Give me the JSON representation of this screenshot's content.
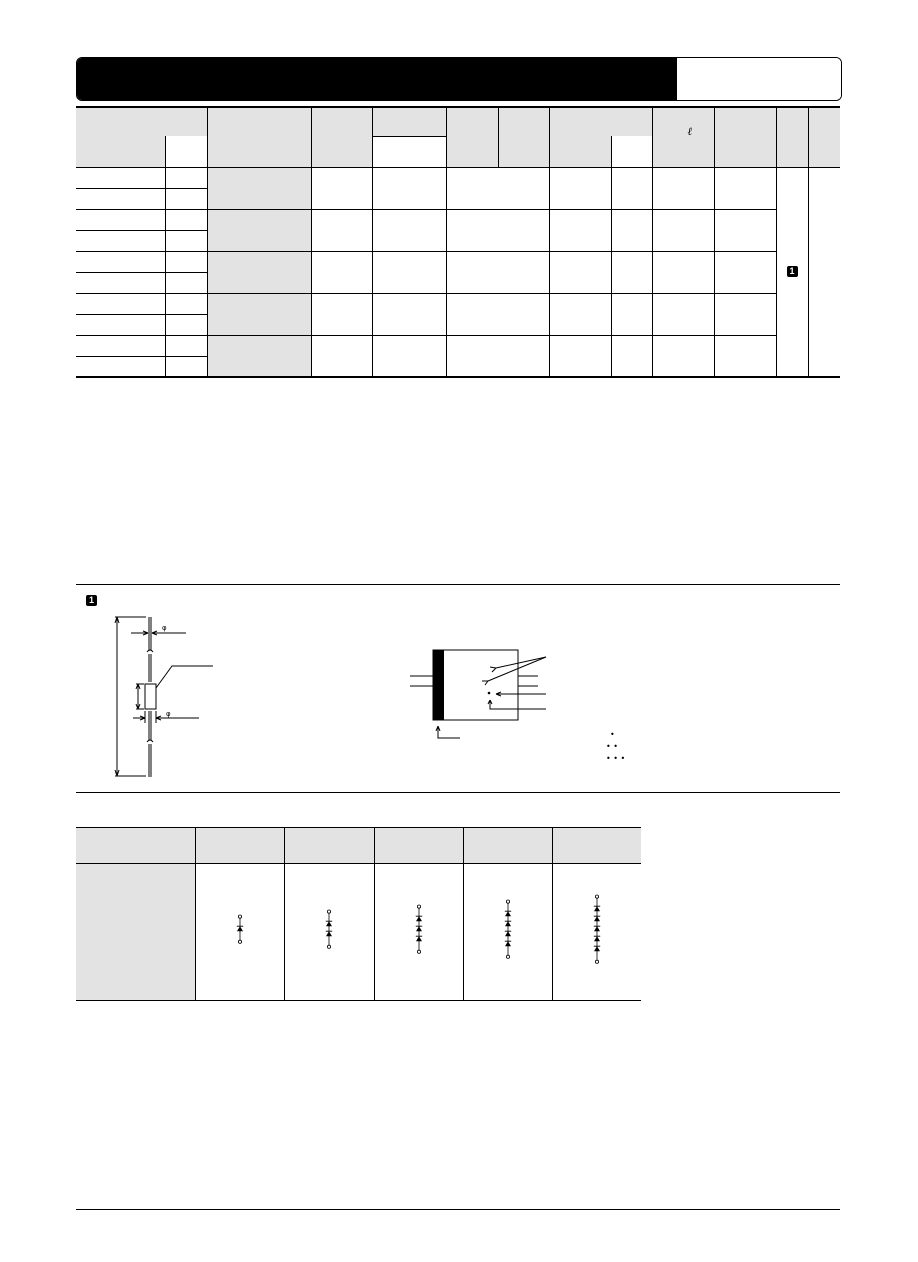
{
  "package_badge": "1",
  "spec_table": {
    "package_badge": "1",
    "rows": 10
  },
  "circuit_table": {
    "columns": 5,
    "diodes_per_column": [
      1,
      2,
      3,
      4,
      5
    ]
  },
  "marking": {
    "dots": [
      "•",
      "• •",
      "• • •"
    ]
  }
}
